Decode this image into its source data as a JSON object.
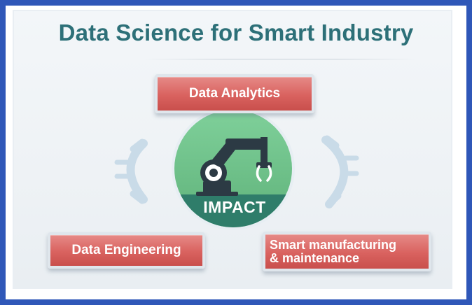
{
  "title": "Data Science for Smart Industry",
  "nodes": {
    "top": "Data Analytics",
    "bottom_left": "Data Engineering",
    "bottom_right_line1": "Smart manufacturing",
    "bottom_right_line2": "& maintenance"
  },
  "center": {
    "label": "IMPACT",
    "icon": "robot-arm-icon"
  },
  "colors": {
    "frame_border": "#2f57b8",
    "title": "#2d7078",
    "pill": "#d9625f",
    "circle": "#6fc28a",
    "impact_band": "#2f7d6a",
    "bracket": "#c9dbe8"
  }
}
